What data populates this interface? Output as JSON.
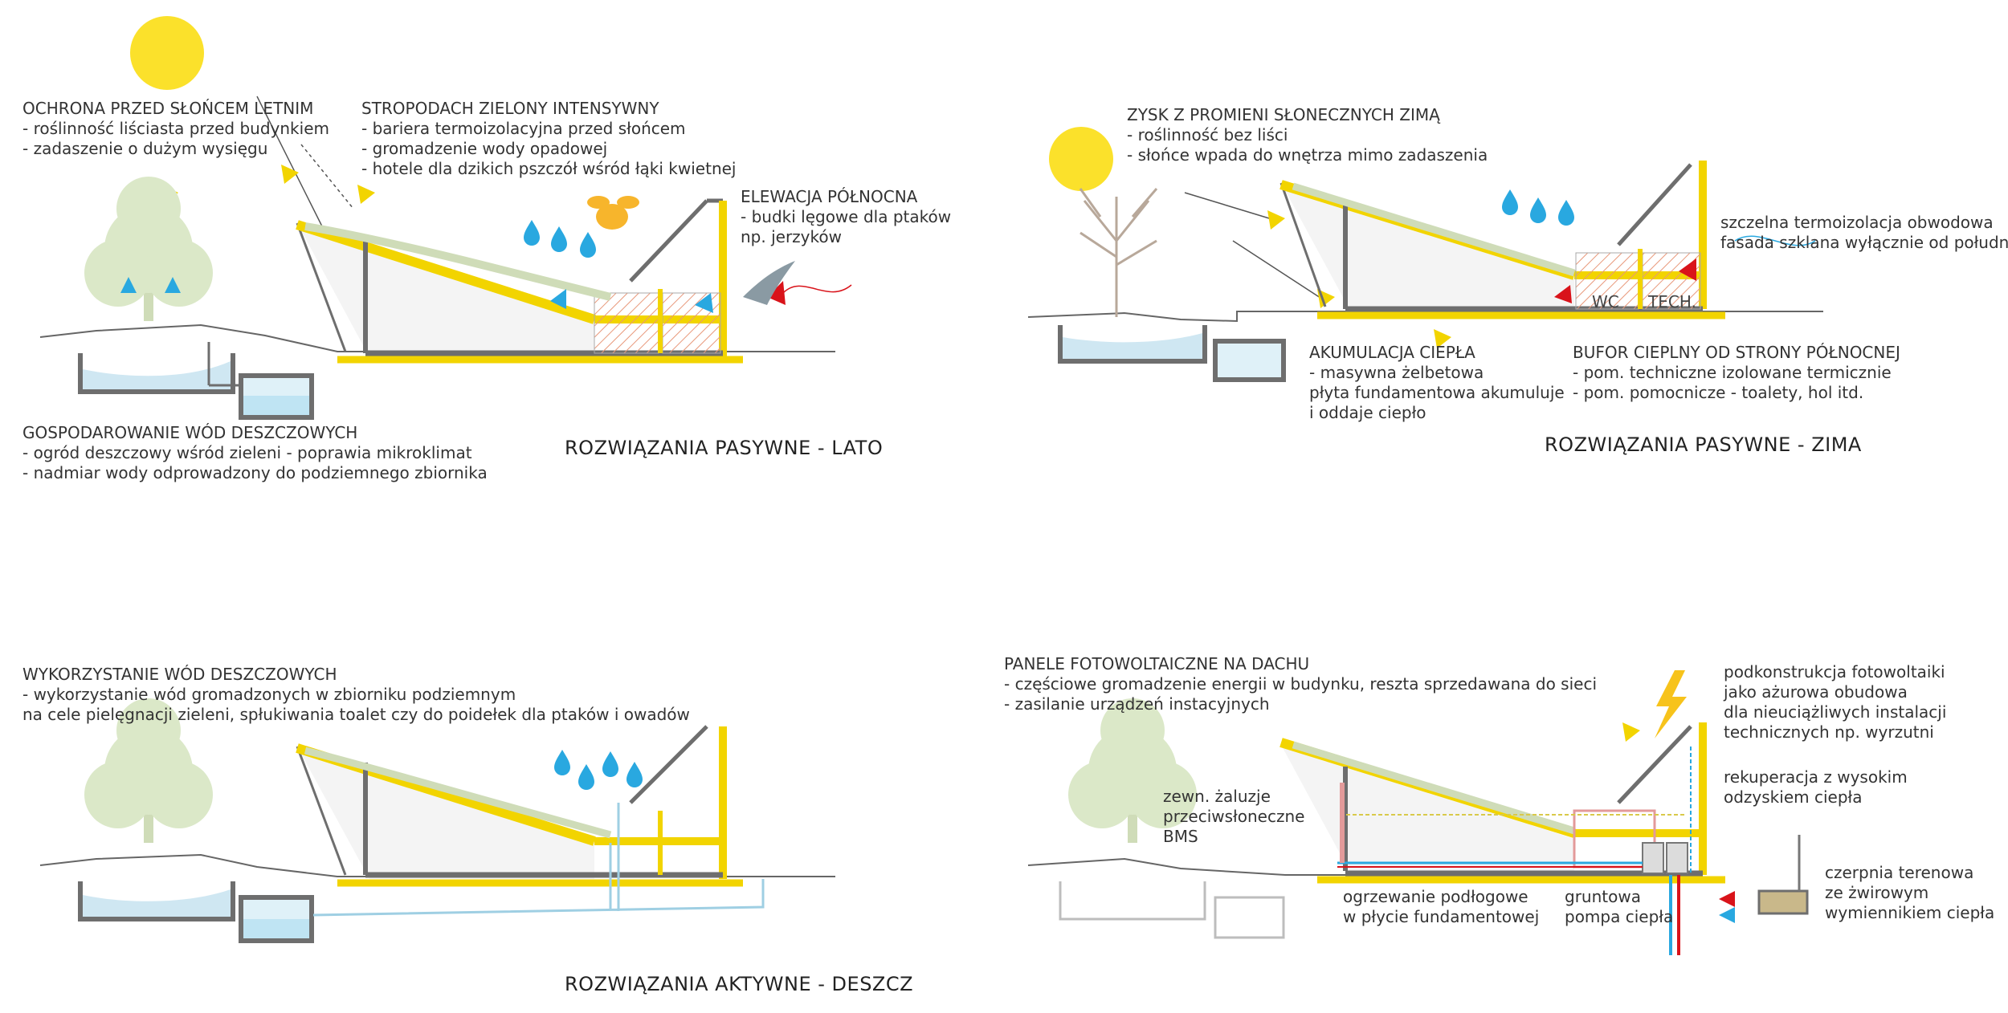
{
  "panel_titles": {
    "summer": "ROZWIĄZANIA PASYWNE - LATO",
    "winter": "ROZWIĄZANIA PASYWNE - ZIMA",
    "rain": "ROZWIĄZANIA AKTYWNE - DESZCZ"
  },
  "summer": {
    "sun_protection": {
      "title": "OCHRONA PRZED SŁOŃCEM LETNIM",
      "lines": [
        "- roślinność liściasta przed budynkiem",
        "- zadaszenie o dużym wysięgu"
      ]
    },
    "green_roof": {
      "title": "STROPODACH ZIELONY INTENSYWNY",
      "lines": [
        "- bariera termoizolacyjna przed słońcem",
        "- gromadzenie wody opadowej",
        "- hotele dla dzikich pszczół wśród łąki kwietnej"
      ]
    },
    "north_facade": {
      "title": "ELEWACJA PÓŁNOCNA",
      "lines": [
        "- budki lęgowe dla ptaków",
        "np. jerzyków"
      ]
    },
    "rainwater": {
      "title": "GOSPODAROWANIE WÓD DESZCZOWYCH",
      "lines": [
        "- ogród deszczowy wśród zieleni - poprawia mikroklimat",
        "- nadmiar wody odprowadzony do podziemnego zbiornika"
      ]
    }
  },
  "winter": {
    "solar_gain": {
      "title": "ZYSK Z PROMIENI SŁONECZNYCH ZIMĄ",
      "lines": [
        "- roślinność bez liści",
        "- słońce wpada do wnętrza mimo zadaszenia"
      ]
    },
    "insulation": {
      "lines": [
        "szczelna termoizolacja obwodowa",
        "fasada szklana wyłącznie od południa"
      ]
    },
    "room_labels": {
      "wc": "WC",
      "tech": "TECH."
    },
    "heat_accumulation": {
      "title": "AKUMULACJA CIEPŁA",
      "lines": [
        "- masywna żelbetowa",
        "płyta fundamentowa akumuluje",
        "i oddaje ciepło"
      ]
    },
    "thermal_buffer": {
      "title": "BUFOR CIEPLNY OD STRONY PÓŁNOCNEJ",
      "lines": [
        "- pom. techniczne izolowane termicznie",
        "- pom. pomocnicze - toalety, hol itd."
      ]
    }
  },
  "rain": {
    "use_rainwater": {
      "title": "WYKORZYSTANIE WÓD DESZCZOWYCH",
      "lines": [
        "- wykorzystanie wód gromadzonych w zbiorniku podziemnym",
        "na cele pielęgnacji zieleni, spłukiwania toalet czy do poidełek dla ptaków i owadów"
      ]
    }
  },
  "energy": {
    "pv_panels": {
      "title": "PANELE FOTOWOLTAICZNE NA DACHU",
      "lines": [
        "- częściowe gromadzenie energii w budynku, reszta sprzedawana do sieci",
        "- zasilanie urządzeń instacyjnych"
      ]
    },
    "pv_structure": {
      "lines": [
        "podkonstrukcja fotowoltaiki",
        "jako ażurowa obudowa",
        "dla nieuciążliwych instalacji",
        "technicznych np. wyrzutni"
      ]
    },
    "recuperation": {
      "lines": [
        "rekuperacja z wysokim",
        "odzyskiem ciepła"
      ]
    },
    "blinds": {
      "lines": [
        "zewn. żaluzje",
        "przeciwsłoneczne",
        "BMS"
      ]
    },
    "air_intake": {
      "lines": [
        "czerpnia terenowa",
        "ze żwirowym",
        "wymiennikiem ciepła"
      ]
    },
    "floor_heating": {
      "lines": [
        "ogrzewanie podłogowe",
        "w płycie fundamentowej"
      ]
    },
    "heat_pump": {
      "lines": [
        "gruntowa",
        "pompa ciepła"
      ]
    }
  },
  "colors": {
    "yellow": "#f2d400",
    "gray_wall": "#6e6e6e",
    "water_blue": "#29a8e0",
    "heat_red": "#d9131a",
    "tree_green": "#dbe8c8",
    "hatch_orange": "#e8987a"
  }
}
